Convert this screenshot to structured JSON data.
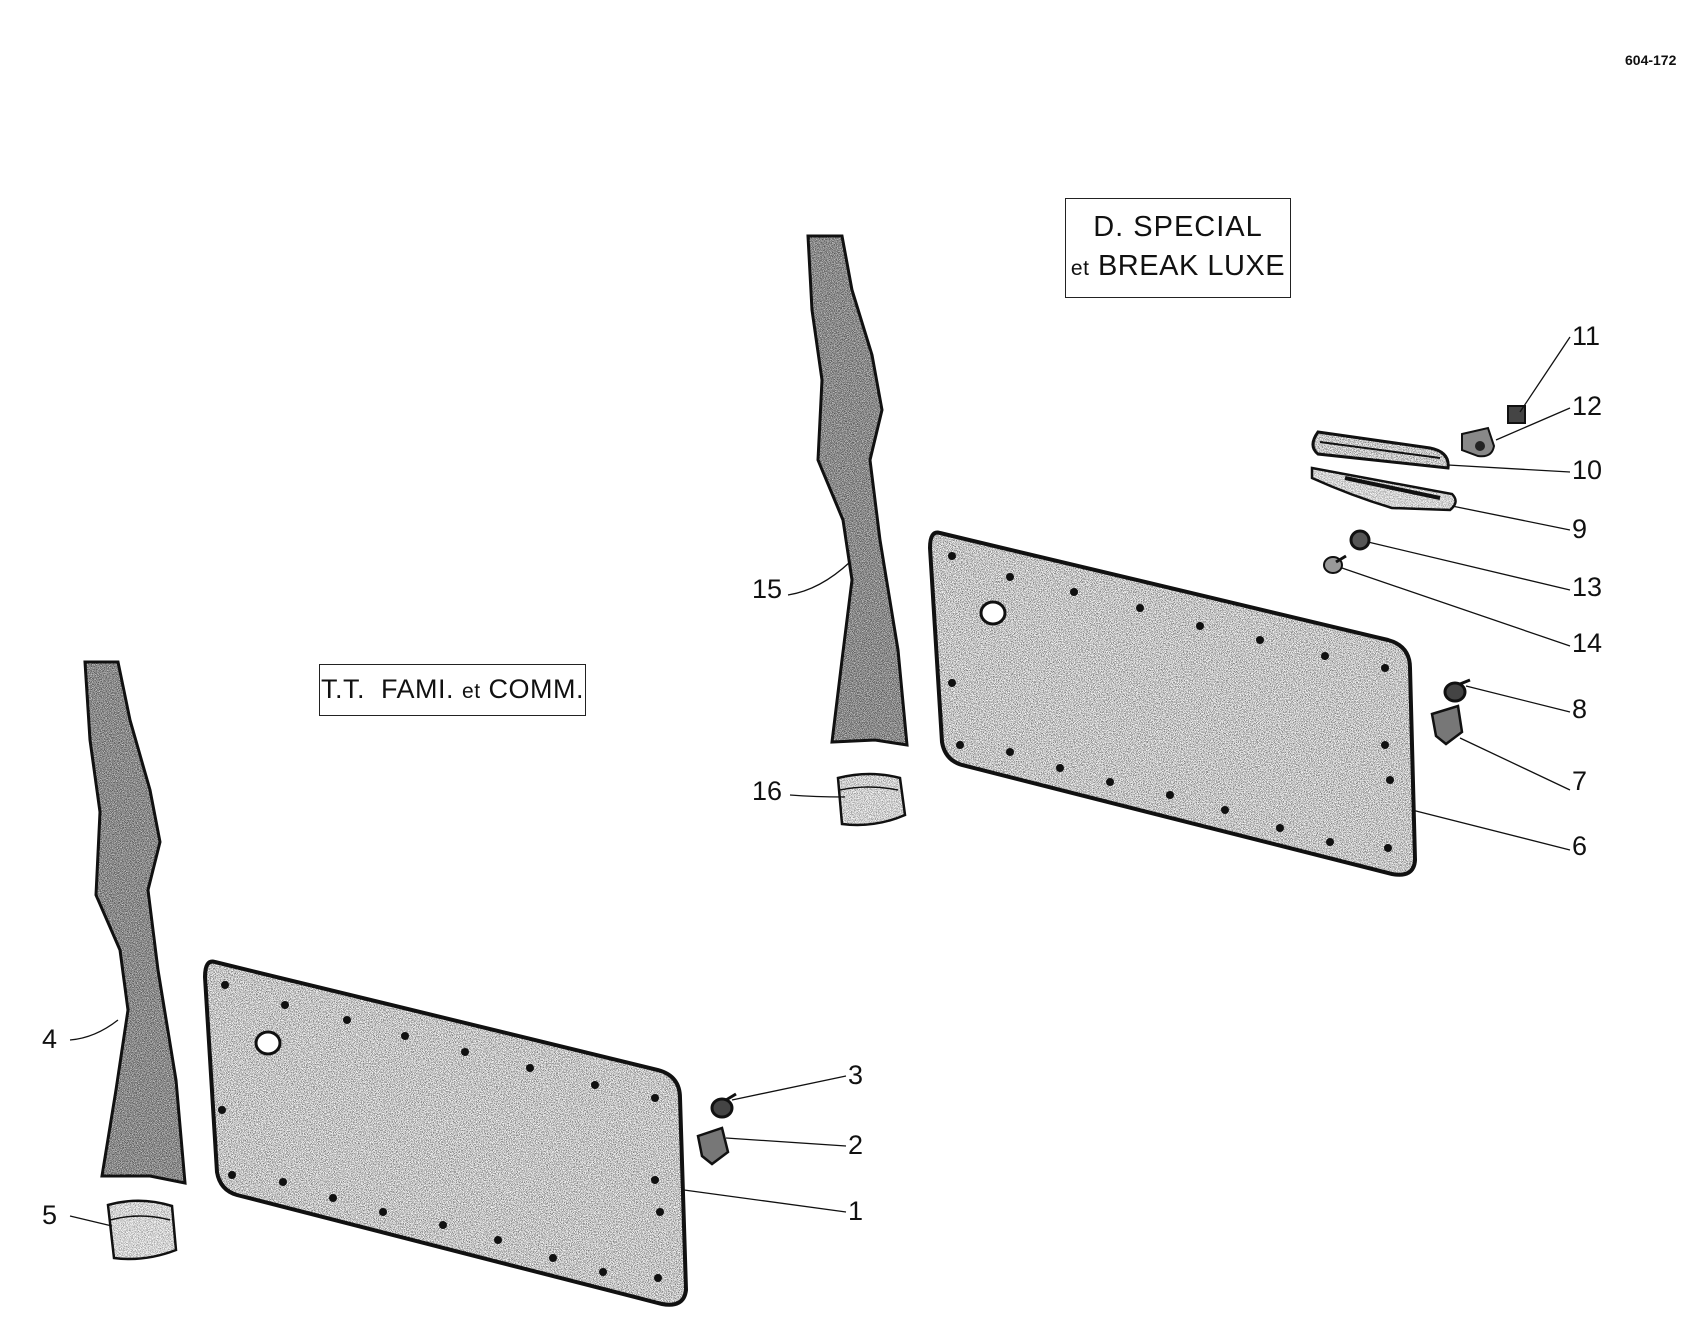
{
  "figure_ref": "604-172",
  "variant_boxes": {
    "d_special": {
      "line1": "D. SPECIAL",
      "line2_prefix": "et",
      "line2": "BREAK LUXE"
    },
    "tt_fami": {
      "text_a": "T.T.",
      "text_b": "FAMI.",
      "text_c": "et",
      "text_d": "COMM."
    }
  },
  "part_numbers": {
    "p1": "1",
    "p2": "2",
    "p3": "3",
    "p4": "4",
    "p5": "5",
    "p6": "6",
    "p7": "7",
    "p8": "8",
    "p9": "9",
    "p10": "10",
    "p11": "11",
    "p12": "12",
    "p13": "13",
    "p14": "14",
    "p15": "15",
    "p16": "16"
  }
}
